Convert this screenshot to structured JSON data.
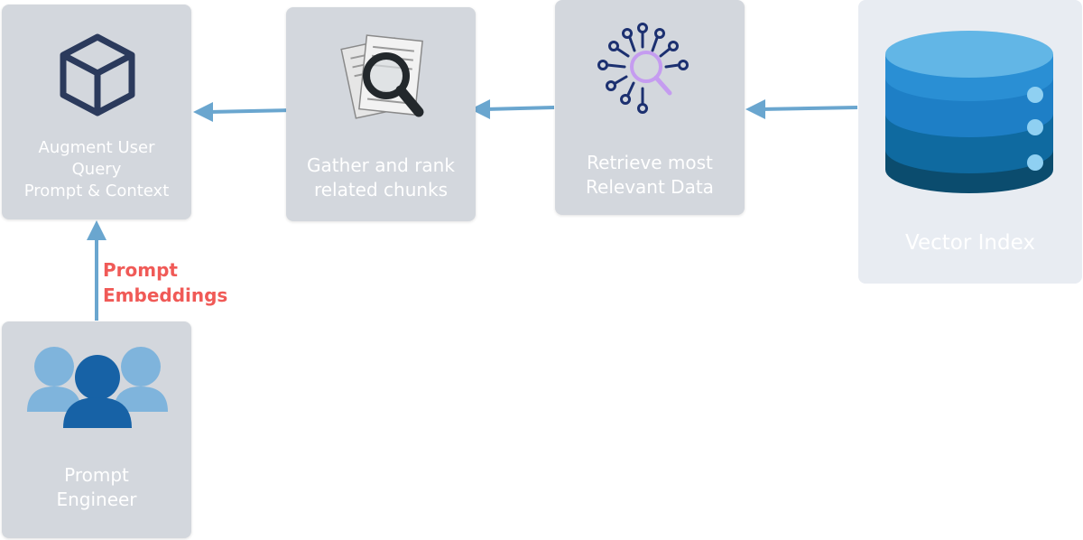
{
  "nodes": {
    "augment": {
      "label": "Augment User\nQuery\nPrompt & Context",
      "icon": "cube-icon"
    },
    "gather": {
      "label": "Gather and rank\nrelated chunks",
      "icon": "documents-search-icon"
    },
    "retrieve": {
      "label": "Retrieve most\nRelevant Data",
      "icon": "neural-search-icon"
    },
    "vector": {
      "label": "Vector Index",
      "icon": "database-icon"
    },
    "engineer": {
      "label": "Prompt\nEngineer",
      "icon": "users-icon"
    }
  },
  "edges": {
    "engineer_to_augment": {
      "label": "Prompt\nEmbeddings"
    }
  },
  "colors": {
    "node_bg": "#d3d7dd",
    "arrow": "#6aa6cf",
    "edge_label": "#f05a57",
    "cube": "#2b3a5c",
    "db_top": "#62b6e6",
    "db_mid": "#1e7fc6",
    "db_low": "#0f6aa0",
    "db_bottom": "#0b4c6e"
  }
}
